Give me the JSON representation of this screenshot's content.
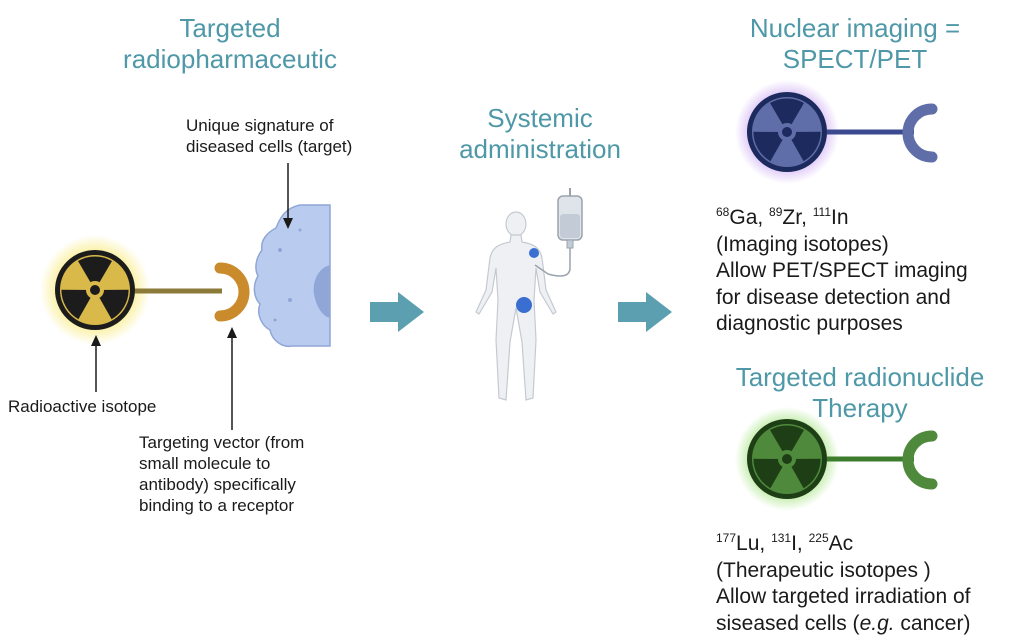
{
  "titles": {
    "radiopharm_line1": "Targeted",
    "radiopharm_line2": "radiopharmaceutic",
    "systemic_line1": "Systemic",
    "systemic_line2": "administration",
    "imaging_line1": "Nuclear imaging =",
    "imaging_line2": "SPECT/PET",
    "therapy_line1": "Targeted radionuclide",
    "therapy_line2": "Therapy"
  },
  "annotations": {
    "target_line1": "Unique signature of",
    "target_line2": "diseased cells (target)",
    "isotope": "Radioactive isotope",
    "vector_line1": "Targeting vector (from",
    "vector_line2": "small molecule to",
    "vector_line3": "antibody) specifically",
    "vector_line4": "binding to a receptor"
  },
  "imaging": {
    "iso1_mass": "68",
    "iso1_sym": "Ga, ",
    "iso2_mass": "89",
    "iso2_sym": "Zr, ",
    "iso3_mass": "111",
    "iso3_sym": "In",
    "line2": "(Imaging isotopes)",
    "line3": "Allow PET/SPECT imaging",
    "line4": "for disease detection and",
    "line5": "diagnostic purposes"
  },
  "therapy": {
    "iso1_mass": "177",
    "iso1_sym": "Lu, ",
    "iso2_mass": "131",
    "iso2_sym": "I, ",
    "iso3_mass": "225",
    "iso3_sym": "Ac",
    "line2": "(Therapeutic isotopes )",
    "line3": "Allow targeted irradiation of",
    "line4_a": "siseased cells (",
    "line4_em": "e.g.",
    "line4_b": " cancer)"
  },
  "icons": {
    "yellow_isotope": "radiation-trefoil-icon",
    "blue_isotope": "radiation-trefoil-icon",
    "green_isotope": "radiation-trefoil-icon",
    "cell": "diseased-cell-icon",
    "human": "human-body-icon",
    "iv_bag": "iv-bag-icon",
    "arrow": "right-arrow-icon"
  },
  "colors": {
    "title_teal": "#4f98a8",
    "arrow_teal": "#5b9fb0",
    "yellow_glow": "#f8ea7a",
    "blue_isotope": "#3b4a8e",
    "blue_glow": "#c9a6f2",
    "green_isotope": "#3d7c2c",
    "green_glow": "#9fe27a",
    "vector_orange": "#c98b2c",
    "linker_brown": "#8b7a3a",
    "cell_blue": "#b9ccef"
  }
}
